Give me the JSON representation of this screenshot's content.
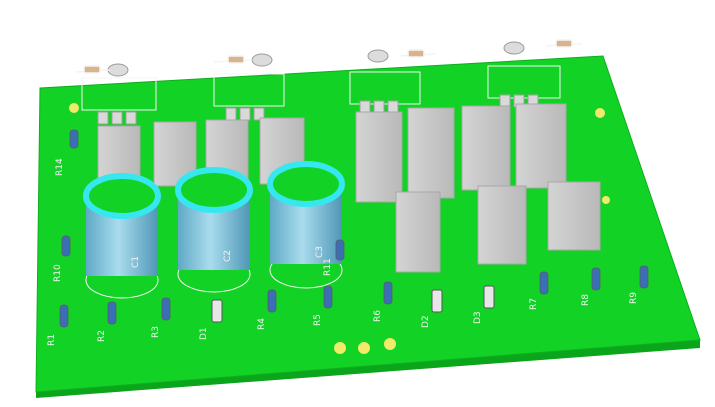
{
  "board": {
    "colors": {
      "pcb": "#12d225",
      "pcb_edge": "#0ba51b",
      "silkscreen": "#f4f4f4",
      "relay": "#c8c8c8",
      "cap_sleeve": "#7fc4dc",
      "cap_rim": "#37e7ef",
      "pad": "#f2ea6a"
    },
    "capacitors": [
      {
        "ref": "C1"
      },
      {
        "ref": "C2"
      },
      {
        "ref": "C3"
      }
    ],
    "resistors": [
      {
        "ref": "R1"
      },
      {
        "ref": "R2"
      },
      {
        "ref": "R3"
      },
      {
        "ref": "R4"
      },
      {
        "ref": "R5"
      },
      {
        "ref": "R6"
      },
      {
        "ref": "R7"
      },
      {
        "ref": "R8"
      },
      {
        "ref": "R9"
      },
      {
        "ref": "R10"
      },
      {
        "ref": "R11"
      },
      {
        "ref": "R14"
      }
    ],
    "diodes": [
      {
        "ref": "D1"
      },
      {
        "ref": "D2"
      },
      {
        "ref": "D3"
      }
    ]
  }
}
